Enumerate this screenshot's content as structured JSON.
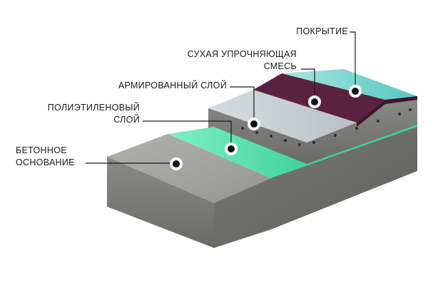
{
  "labels": {
    "coating": "ПОКРЫТИЕ",
    "dry_mix_line1": "СУХАЯ УПРОЧНЯЮЩАЯ",
    "dry_mix_line2": "СМЕСЬ",
    "reinforced": "АРМИРОВАННЫЙ СЛОЙ",
    "poly_line1": "ПОЛИЭТИЛЕНОВЫЙ",
    "poly_line2": "СЛОЙ",
    "base_line1": "БЕТОННОЕ",
    "base_line2": "ОСНОВАНИЕ"
  },
  "colors": {
    "coating": "#6fd1cc",
    "dry_mix": "#5a2240",
    "reinforced": "#c9d2d6",
    "polyethylene": "#4fe0a8",
    "concrete_top": "#a3a3a0",
    "concrete_side": "#7d7d7a"
  }
}
